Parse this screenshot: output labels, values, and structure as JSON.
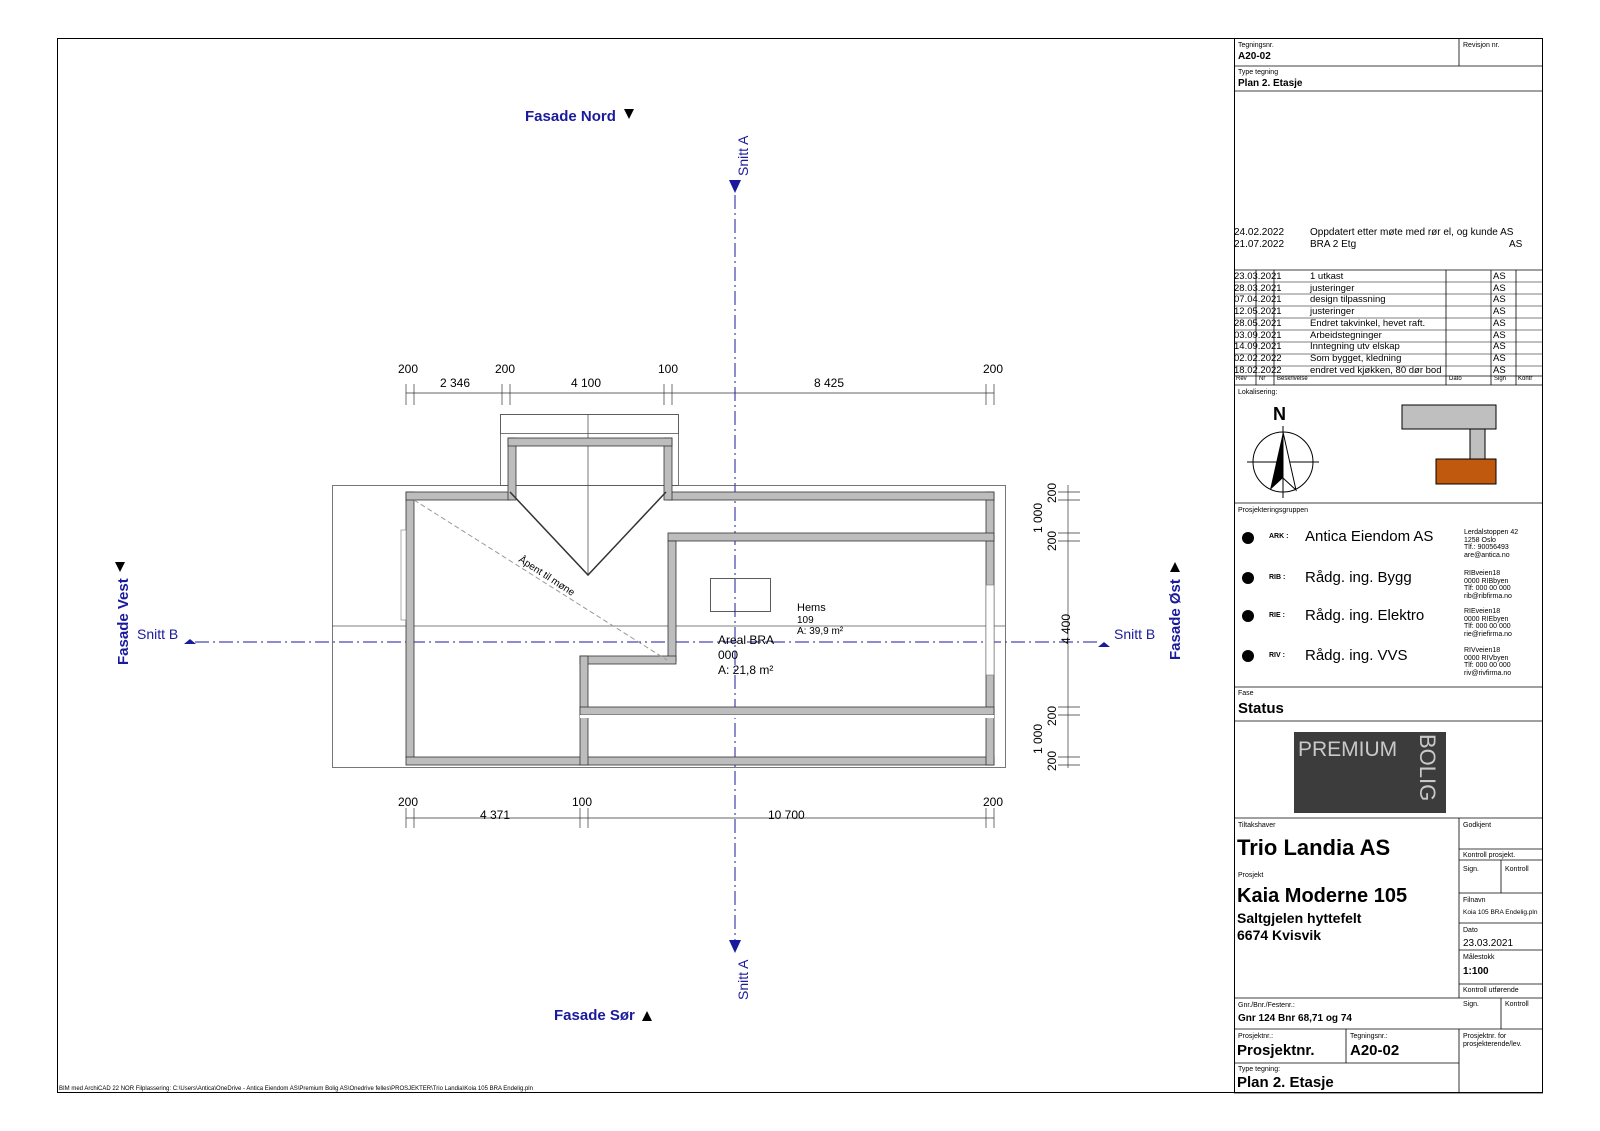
{
  "drawing": {
    "facades": {
      "north": "Fasade Nord",
      "south": "Fasade Sør",
      "west": "Fasade Vest",
      "east": "Fasade Øst"
    },
    "sections": {
      "a": "Snitt A",
      "b": "Snitt B"
    },
    "room_labels": {
      "open_to_ridge": "Åpent til møne",
      "hems_name": "Hems",
      "hems_number": "109",
      "hems_area": "A: 39,9 m²",
      "bra_name": "Areal BRA",
      "bra_number": "000",
      "bra_area": "A: 21,8 m²"
    },
    "dimensions_top": {
      "d200a": "200",
      "d2346": "2 346",
      "d200b": "200",
      "d4100": "4 100",
      "d100": "100",
      "d8425": "8 425",
      "d200c": "200"
    },
    "dimensions_bottom": {
      "d200a": "200",
      "d4371": "4 371",
      "d100": "100",
      "d10700": "10 700",
      "d200b": "200"
    },
    "dimensions_right": {
      "d200a": "200",
      "d1000a": "1 000",
      "d200b": "200",
      "d4400": "4 400",
      "d200c": "200",
      "d1000b": "1 000",
      "d200d": "200"
    },
    "footer_path": "BIM med ArchiCAD 22 NOR     Filplassering: C:\\Users\\Antica\\OneDrive - Antica Eiendom AS\\Premium Bolig AS\\Onedrive felles\\PROSJEKTER\\Trio Landia\\Koia 105 BRA Endelig.pln"
  },
  "title_block": {
    "drawing_no_label": "Tegningsnr.",
    "drawing_no": "A20-02",
    "revision_label": "Revisjon nr.",
    "type_label": "Type tegning",
    "type_value": "Plan 2. Etasje",
    "notes": [
      {
        "date": "24.02.2022",
        "text": "Oppdatert etter møte med rør el, og kunde AS",
        "sign": ""
      },
      {
        "date": "21.07.2022",
        "text": "BRA 2 Etg",
        "sign": "AS"
      }
    ],
    "revisions": [
      {
        "date": "23.03.2021",
        "text": "1 utkast",
        "sign": "AS"
      },
      {
        "date": "28.03.2021",
        "text": "justeringer",
        "sign": "AS"
      },
      {
        "date": "07.04.2021",
        "text": "design tilpassning",
        "sign": "AS"
      },
      {
        "date": "12.05.2021",
        "text": "justeringer",
        "sign": "AS"
      },
      {
        "date": "28.05.2021",
        "text": "Endret takvinkel, hevet raft.",
        "sign": "AS"
      },
      {
        "date": "03.09.2021",
        "text": "Arbeidstegninger",
        "sign": "AS"
      },
      {
        "date": "14.09.2021",
        "text": "Inntegning utv elskap",
        "sign": "AS"
      },
      {
        "date": "02.02.2022",
        "text": "Som bygget, kledning",
        "sign": "AS"
      },
      {
        "date": "18.02.2022",
        "text": "endret ved kjøkken, 80 dør bod",
        "sign": "AS"
      }
    ],
    "rev_headers": {
      "rev": "Rev",
      "nr": "Nr",
      "desc": "Beskrivelse",
      "date": "Dato",
      "sign": "Sign",
      "kontr": "Kontr"
    },
    "location_label": "Lokalisering:",
    "north_letter": "N",
    "group_label": "Prosjekteringsgruppen",
    "team": [
      {
        "role": "ARK :",
        "name": "Antica Eiendom AS",
        "addr1": "Lerdalstoppen 42",
        "addr2": "1258 Oslo",
        "addr3": "Tlf.: 90056493",
        "addr4": "are@antica.no"
      },
      {
        "role": "RIB :",
        "name": "Rådg. ing. Bygg",
        "addr1": "RIBveien18",
        "addr2": "0000 RIBbyen",
        "addr3": "Tlf: 000 00 000",
        "addr4": "rib@ribfirma.no"
      },
      {
        "role": "RIE :",
        "name": "Rådg. ing. Elektro",
        "addr1": "RIEveien18",
        "addr2": "0000 RIEbyen",
        "addr3": "Tlf: 000 00 000",
        "addr4": "rie@riefirma.no"
      },
      {
        "role": "RIV :",
        "name": "Rådg. ing. VVS",
        "addr1": "RIVveien18",
        "addr2": "0000 RIVbyen",
        "addr3": "Tlf: 000 00 000",
        "addr4": "riv@rivfirma.no"
      }
    ],
    "phase_label": "Fase",
    "phase_value": "Status",
    "logo_word1": "PREMIUM",
    "logo_word2": "BOLIG",
    "client_label": "Tiltakshaver",
    "client": "Trio Landia AS",
    "approved_label": "Godkjent",
    "project_label": "Prosjekt",
    "project": "Kaia Moderne 105",
    "project_line2": "Saltgjelen hyttefelt",
    "project_line3": "6674 Kvisvik",
    "control_project": "Kontroll prosjekt.",
    "sign_label": "Sign.",
    "control_label": "Kontroll",
    "filename_label": "Filnavn",
    "filename": "Koia 105 BRA Endelig.pln",
    "date_label": "Dato",
    "date": "23.03.2021",
    "scale_label": "Målestokk",
    "scale": "1:100",
    "control_exec": "Kontroll utførende",
    "sign2_label": "Sign.",
    "control2_label": "Kontroll",
    "gnr_label": "Gnr./Bnr./Festenr.:",
    "gnr": "Gnr 124 Bnr 68,71 og 74",
    "projno_label": "Prosjektnr.:",
    "projno": "Prosjektnr.",
    "drawno2_label": "Tegningsnr.:",
    "drawno2": "A20-02",
    "projno_for_label": "Prosjektnr. for prosjekterende/lev.",
    "type2_label": "Type tegning:",
    "type2_value": "Plan 2. Etasje"
  },
  "colors": {
    "annotation_blue": "#1a1a9c",
    "wall_grey": "#bdbdbd",
    "logo_bg": "#3c3c3c",
    "logo_text": "#c9c9c9",
    "site_orange": "#c0580e",
    "site_grey": "#bfbfbf"
  }
}
